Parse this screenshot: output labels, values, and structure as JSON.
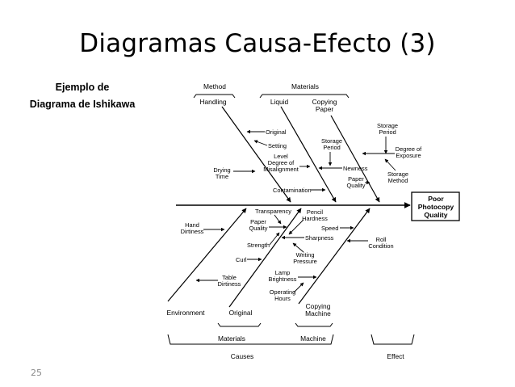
{
  "title": "Diagramas Causa-Efecto (3)",
  "caption": [
    "Ejemplo de",
    "Diagrama de Ishikawa"
  ],
  "page_number": "25",
  "effect": [
    "Poor",
    "Photocopy",
    "Quality"
  ],
  "top_groups": [
    "Method",
    "Materials"
  ],
  "top_bones": [
    "Handling",
    "Liquid",
    [
      "Copying",
      "Paper"
    ]
  ],
  "bottom_groups": [
    "Materials",
    "Machine"
  ],
  "bottom_bones": [
    "Environment",
    "Original",
    [
      "Copying",
      "Machine"
    ]
  ],
  "footer": [
    "Causes",
    "Effect"
  ],
  "causes": {
    "original_top": "Original",
    "setting": "Setting",
    "level_misalignment": [
      "Level",
      "Degree of",
      "Misalignment"
    ],
    "drying_time": [
      "Drying",
      "Time"
    ],
    "contamination": "Contamination",
    "storage_period_liquid": [
      "Storage",
      "Period"
    ],
    "newness": "Newness",
    "paper_quality_top": [
      "Paper",
      "Quality"
    ],
    "storage_period_paper": [
      "Storage",
      "Period"
    ],
    "degree_of_exposure": [
      "Degree of",
      "Exposure"
    ],
    "storage_method": [
      "Storage",
      "Method"
    ],
    "hand_dirtiness": [
      "Hand",
      "Dirtiness"
    ],
    "table_dirtiness": [
      "Table",
      "Dirtiness"
    ],
    "transparency": "Transparency",
    "paper_quality_bottom": [
      "Paper",
      "Quality"
    ],
    "strength": "Strength",
    "curl": "Curl",
    "pencil_hardness": [
      "Pencil",
      "Hardness"
    ],
    "sharpness": "Sharpness",
    "writing_pressure": [
      "Writing",
      "Pressure"
    ],
    "speed": "Speed",
    "lamp_brightness": [
      "Lamp",
      "Brightness"
    ],
    "operating_hours": [
      "Operating",
      "Hours"
    ],
    "roll_condition": [
      "Roll",
      "Condition"
    ]
  }
}
